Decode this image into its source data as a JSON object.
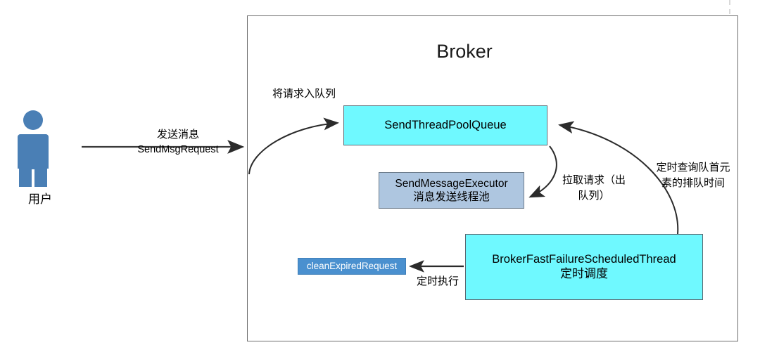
{
  "diagram": {
    "title": "Broker",
    "actor": {
      "name": "用户",
      "icon": "person-icon"
    },
    "nodes": [
      {
        "id": "send-thread-pool-queue",
        "label": "SendThreadPoolQueue",
        "color": "#6ff9ff"
      },
      {
        "id": "send-message-executor",
        "line1": "SendMessageExecutor",
        "line2": "消息发送线程池",
        "color": "#aec6e0"
      },
      {
        "id": "broker-fast-failure",
        "line1": "BrokerFastFailureScheduledThread",
        "line2": "定时调度",
        "color": "#6ff9ff"
      },
      {
        "id": "clean-expired-request",
        "label": "cleanExpiredRequest",
        "color": "#4a90cf"
      }
    ],
    "edges": [
      {
        "id": "user-to-broker",
        "line1": "发送消息",
        "line2": "SendMsgRequest"
      },
      {
        "id": "enqueue",
        "label": "将请求入队列"
      },
      {
        "id": "dequeue",
        "line1": "拉取请求（出",
        "line2": "队列）"
      },
      {
        "id": "poll-head",
        "line1": "定时查询队首元",
        "line2": "素的排队时间"
      },
      {
        "id": "scheduled-exec",
        "label": "定时执行"
      }
    ],
    "colors": {
      "cyan": "#6ff9ff",
      "steel": "#aec6e0",
      "blue": "#4a90cf",
      "person": "#4a7fb5",
      "border": "#6d6d6d",
      "arrow": "#2b2b2b"
    }
  }
}
